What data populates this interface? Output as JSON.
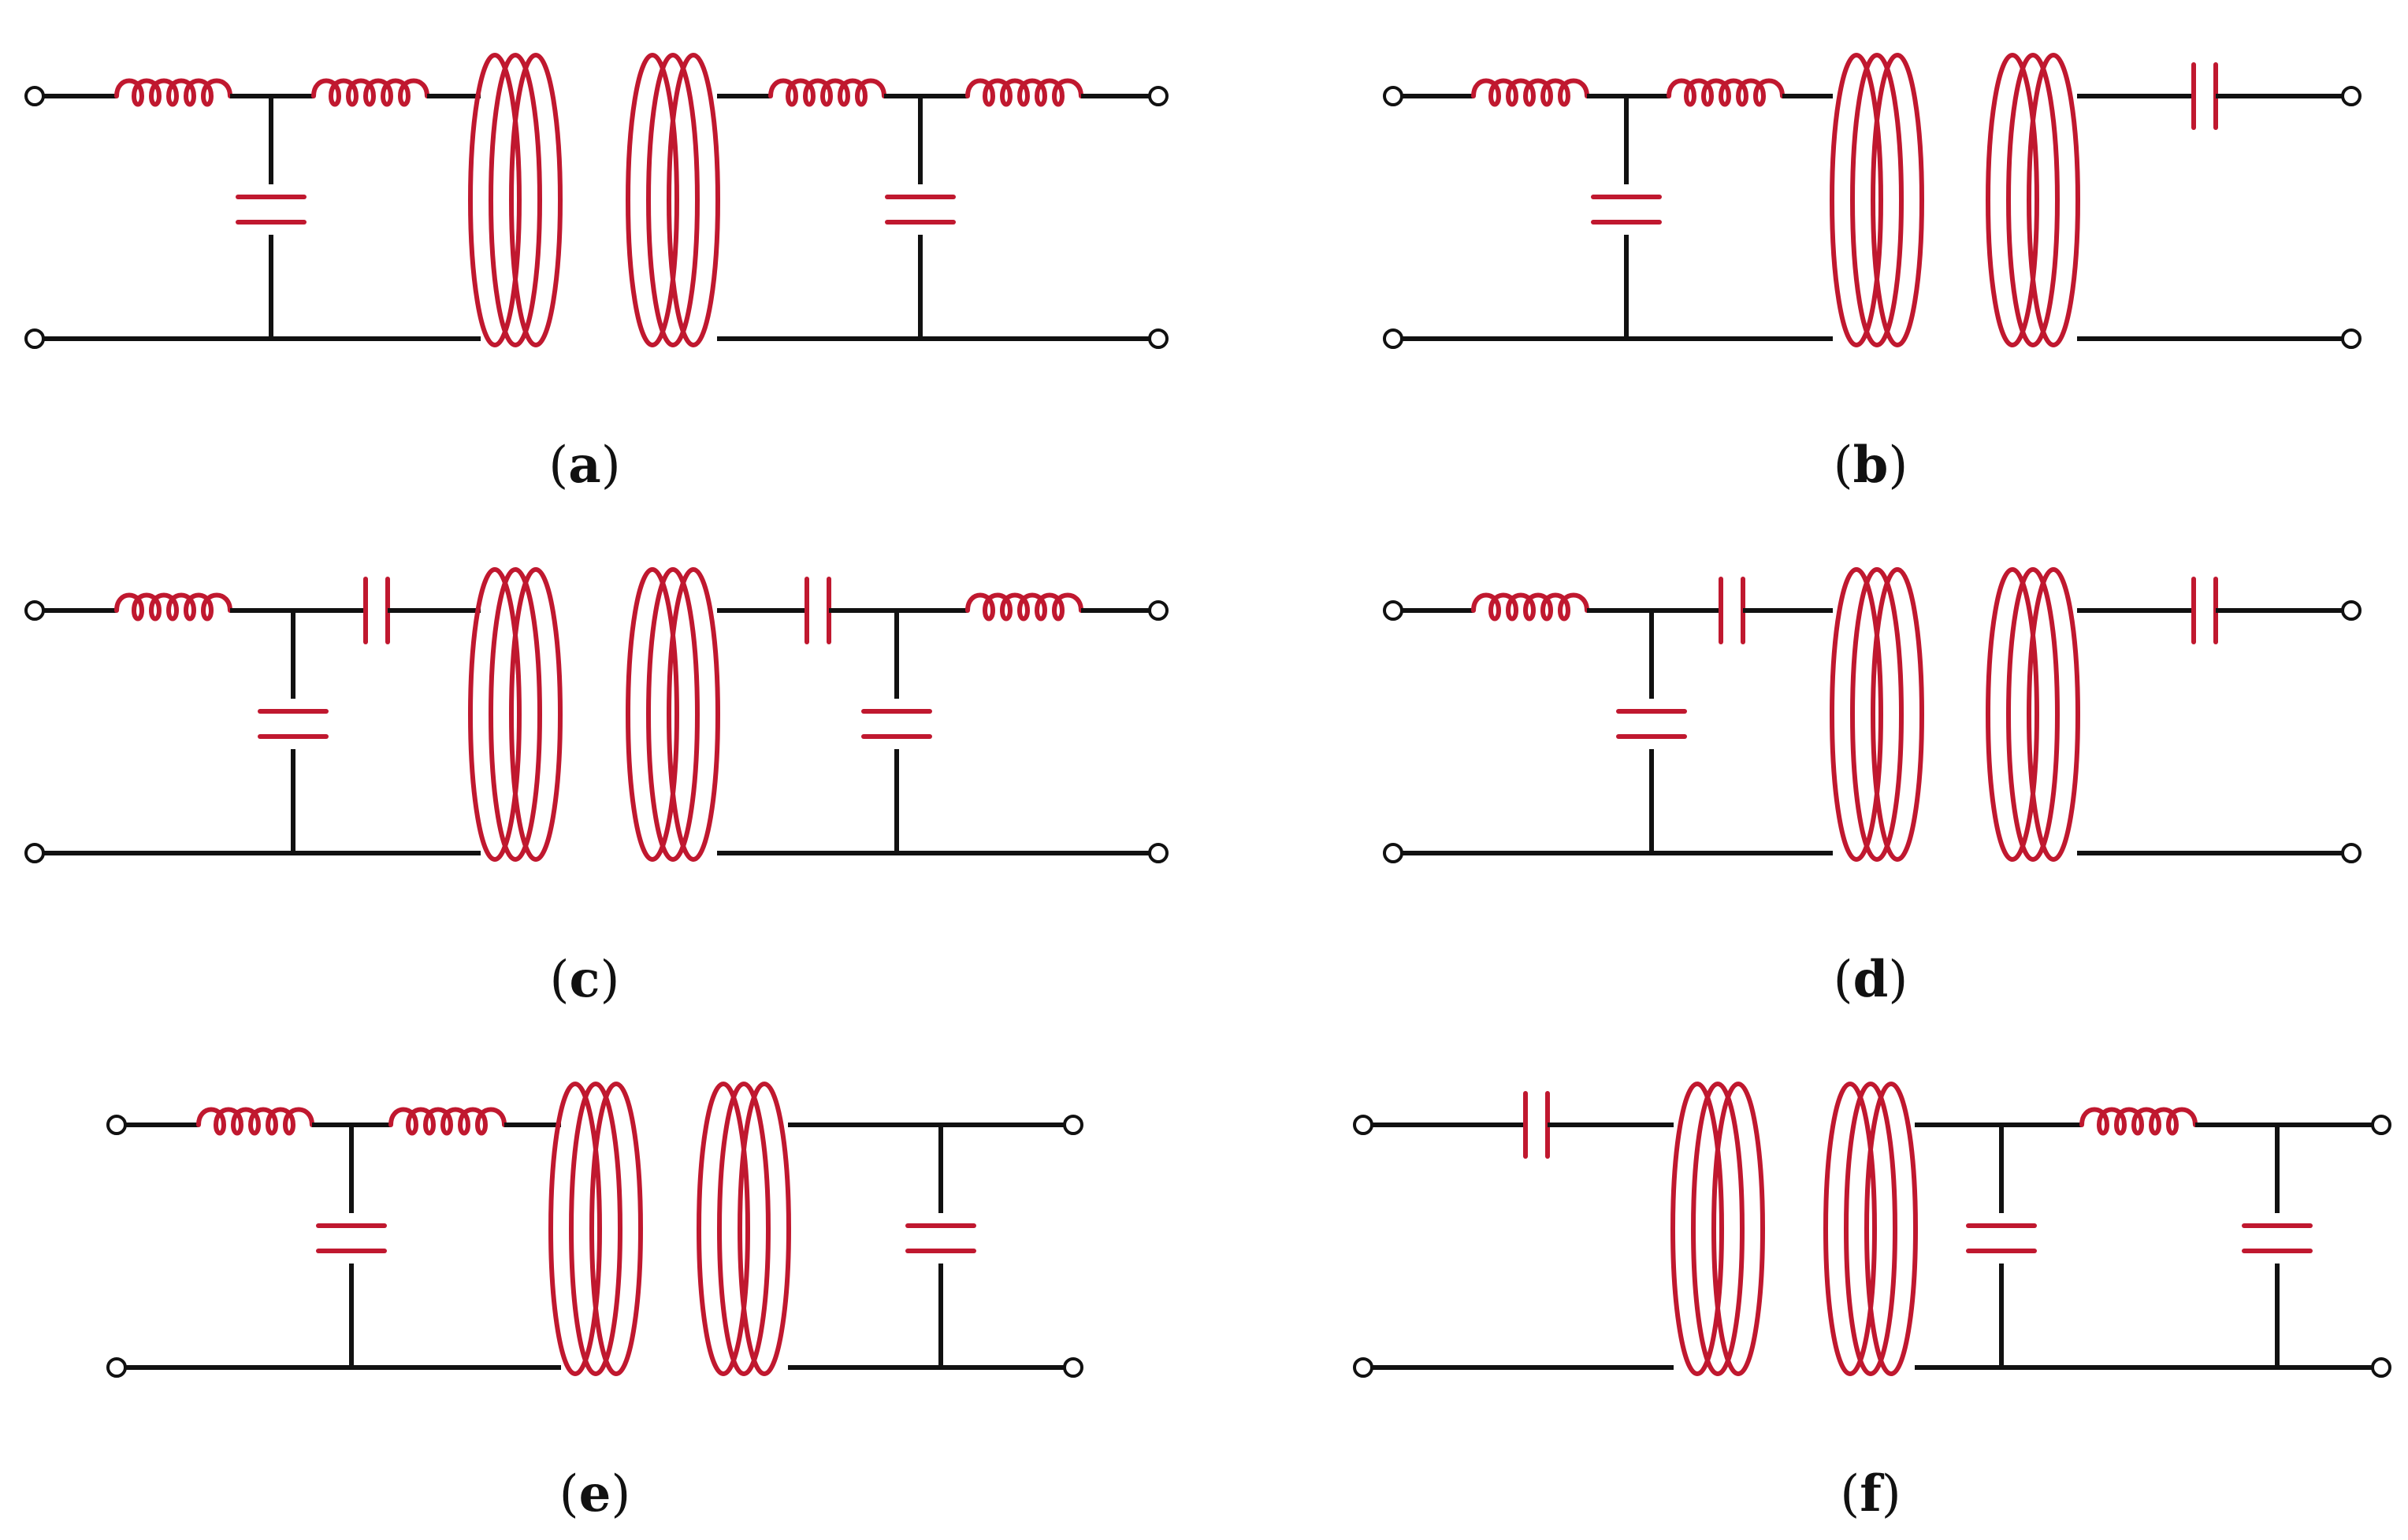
{
  "figure": {
    "colors": {
      "wire": "#111111",
      "component": "#c0182f",
      "background": "#ffffff"
    },
    "panels": [
      {
        "id": "a",
        "caption_letter": "a",
        "primary": [
          "L",
          "C",
          "L"
        ],
        "secondary": [
          "L",
          "C",
          "L"
        ]
      },
      {
        "id": "b",
        "caption_letter": "b",
        "primary": [
          "L",
          "C",
          "L"
        ],
        "secondary": [
          "C-series"
        ]
      },
      {
        "id": "c",
        "caption_letter": "c",
        "primary": [
          "L",
          "C",
          "C-series"
        ],
        "secondary": [
          "C-series",
          "C",
          "L"
        ]
      },
      {
        "id": "d",
        "caption_letter": "d",
        "primary": [
          "L",
          "C",
          "C-series"
        ],
        "secondary": [
          "C-series"
        ]
      },
      {
        "id": "e",
        "caption_letter": "e",
        "primary": [
          "L",
          "C",
          "L"
        ],
        "secondary": [
          "C"
        ]
      },
      {
        "id": "f",
        "caption_letter": "f",
        "primary": [
          "C-series"
        ],
        "secondary": [
          "C",
          "L",
          "C"
        ]
      }
    ]
  }
}
